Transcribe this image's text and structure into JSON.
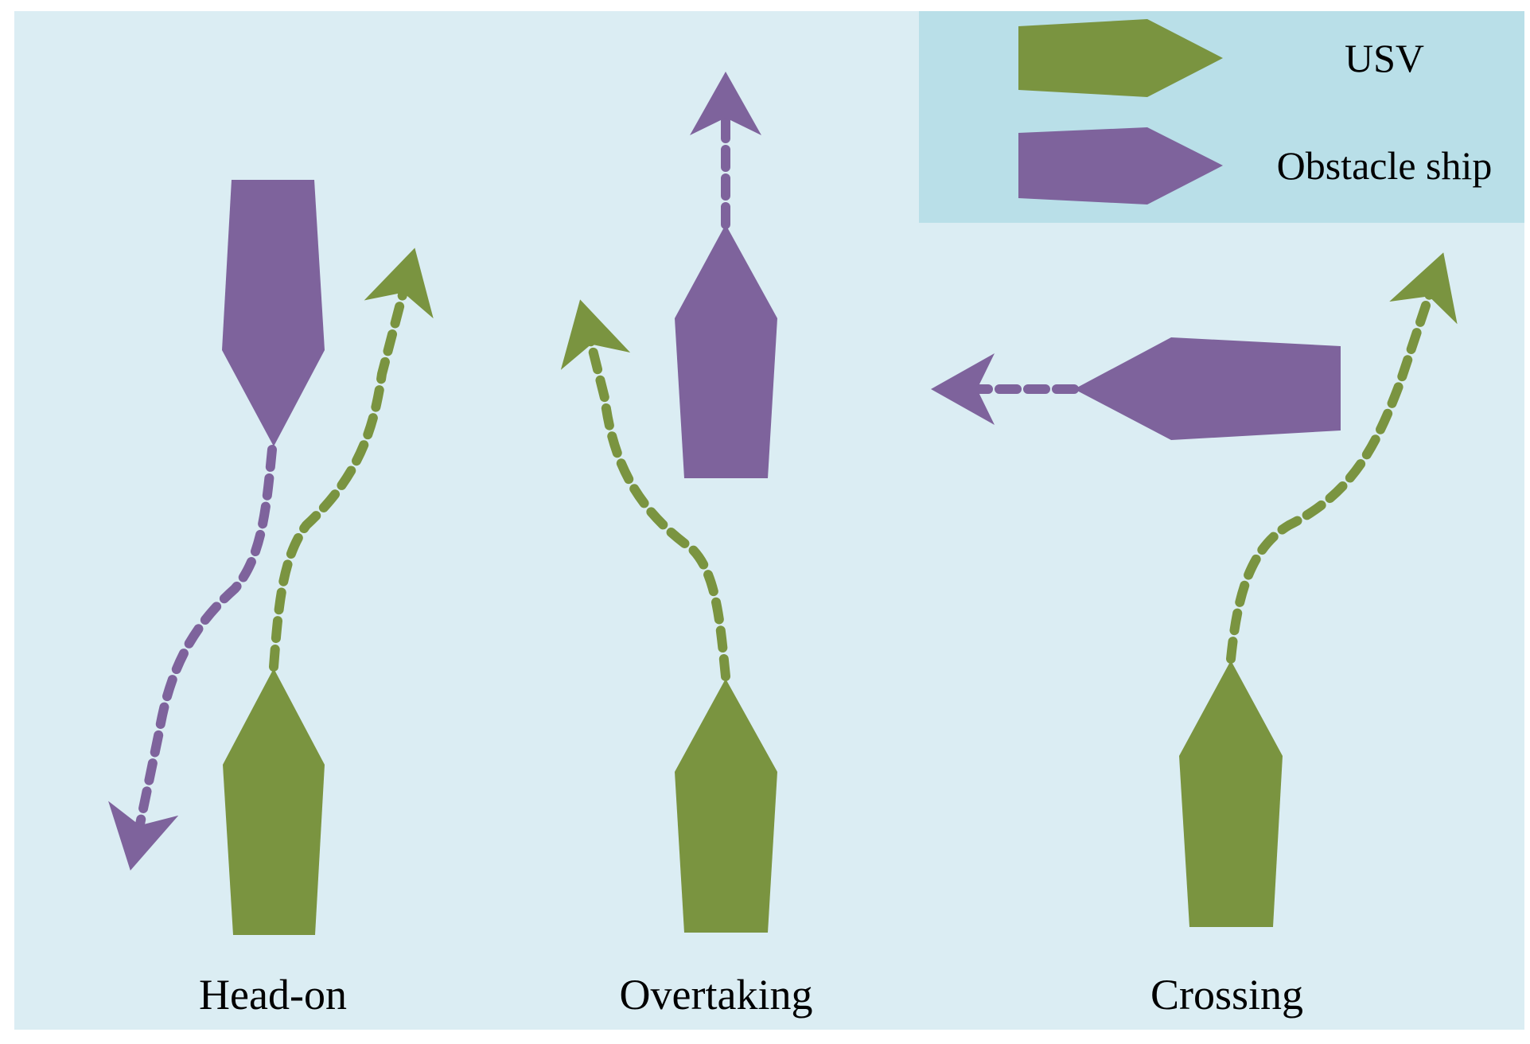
{
  "colors": {
    "background": "#dbedf3",
    "legend_background": "#b9dfe8",
    "usv": "#7a9440",
    "obstacle": "#7e639c"
  },
  "legend": {
    "usv_label": "USV",
    "obstacle_label": "Obstacle ship"
  },
  "scenarios": {
    "head_on": "Head-on",
    "overtaking": "Overtaking",
    "crossing": "Crossing"
  }
}
